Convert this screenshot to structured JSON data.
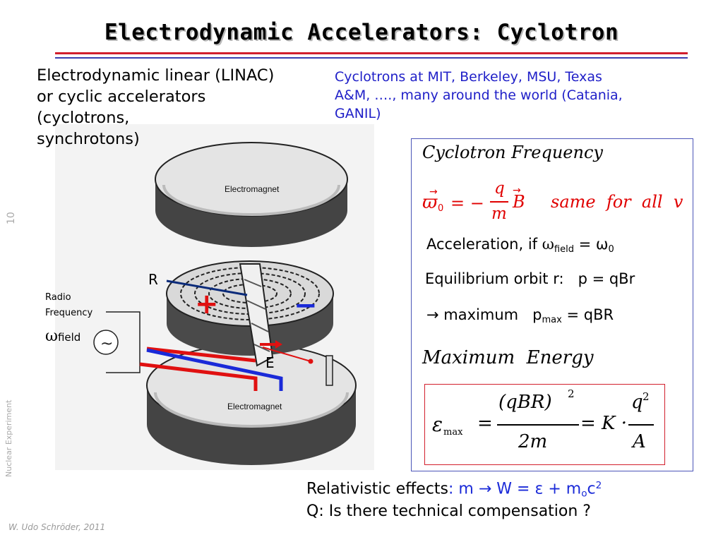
{
  "slide": {
    "title": "Electrodynamic Accelerators: Cyclotron",
    "intro_text": "Electrodynamic linear (LINAC)\nor cyclic accelerators\n(cyclotrons,\nsynchrotons)",
    "cyclotron_list": "Cyclotrons at MIT, Berkeley, MSU, Texas\nA&M, …., many around the world (Catania,\nGANIL)",
    "page_number": "10",
    "department": "Nuclear Experiment",
    "author": "W. Udo Schröder, 2011"
  },
  "figure": {
    "electromagnet_top": "Electromagnet",
    "electromagnet_bottom": "Electromagnet",
    "label_r": "R",
    "label_e": "E",
    "radio": "Radio",
    "frequency": "Frequency",
    "omega": "ω",
    "field_sub": "field",
    "ac_symbol": "~",
    "plus": "+",
    "minus": "−"
  },
  "frequency_box": {
    "heading": "Cyclotron Frequency",
    "formula_omega": "ϖ",
    "formula_sub0": "0",
    "formula_eq": "= −",
    "formula_q": "q",
    "formula_m": "m",
    "formula_b": "B",
    "formula_note": "same  for  all  v",
    "accel_prefix": "Acceleration, if ",
    "accel_omega": "ω",
    "accel_field": "field",
    "accel_eq": " = ",
    "accel_omega0": "ω",
    "accel_zero": "0",
    "equilibrium": "Equilibrium orbit r:   p = qBr",
    "max_prefix": "→ maximum   p",
    "max_sub": "max",
    "max_suffix": " = qBR",
    "max_energy_heading": "Maximum  Energy",
    "energy_eps": "ε",
    "energy_sub": "max",
    "energy_num": "(qBR)",
    "energy_num_sup": "2",
    "energy_den": "2m",
    "energy_k": "= K ·",
    "energy_q": "q",
    "energy_q_sup": "2",
    "energy_a": "A",
    "energy_eq": "="
  },
  "relativistic": {
    "prefix": "Relativistic effects",
    "colon": ":",
    "m_arrow": "m → W = ε + m",
    "o_sub": "o",
    "c": "c",
    "c_sup": "2",
    "question": "Q: Is there technical compensation ?"
  },
  "colors": {
    "title_red_rule": "#d21f2d",
    "title_blue_rule": "#3b3fb0",
    "blue_text": "#2020c8",
    "red_formula": "#e00000"
  }
}
